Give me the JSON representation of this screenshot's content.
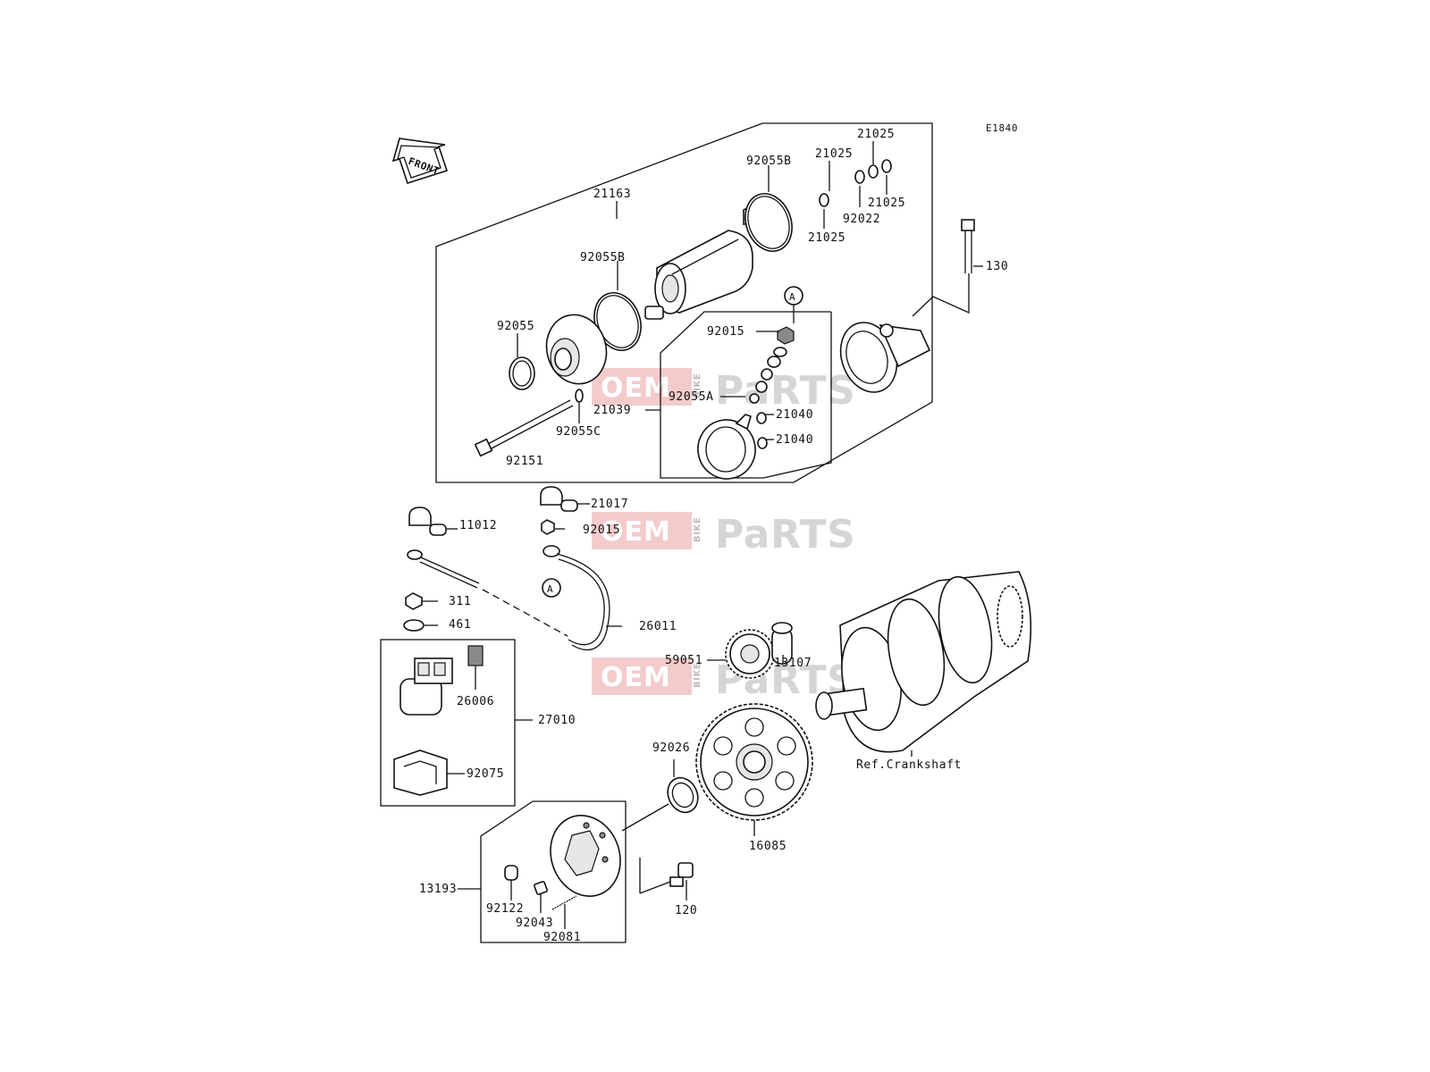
{
  "diagram_code": "E1840",
  "front_label": "FRONT",
  "ref_label": "Ref.Crankshaft",
  "callout_marker": "A",
  "watermark": {
    "oem": "OEM",
    "bike": "BIKE",
    "parts": "PaRTS"
  },
  "part_numbers": {
    "p21163": "21163",
    "p92055B_top": "92055B",
    "p92055B_mid": "92055B",
    "p21025_a": "21025",
    "p21025_b": "21025",
    "p21025_c": "21025",
    "p21025_d": "21025",
    "p92022": "92022",
    "p130": "130",
    "p92055": "92055",
    "p92015_top": "92015",
    "p92055A": "92055A",
    "p21039": "21039",
    "p21040_a": "21040",
    "p21040_b": "21040",
    "p92151": "92151",
    "p92055C": "92055C",
    "p21017": "21017",
    "p92015_mid": "92015",
    "p11012": "11012",
    "p311": "311",
    "p461": "461",
    "p26011": "26011",
    "p26006": "26006",
    "p27010": "27010",
    "p92075": "92075",
    "p59051": "59051",
    "p13107": "13107",
    "p92026": "92026",
    "p16085": "16085",
    "p13193": "13193",
    "p92122": "92122",
    "p92043": "92043",
    "p92081": "92081",
    "p120": "120"
  }
}
